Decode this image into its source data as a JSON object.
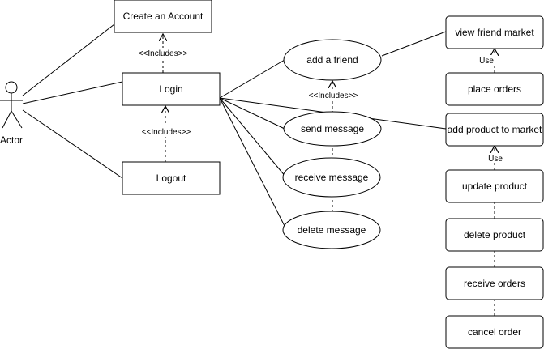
{
  "actor": {
    "label": "Actor"
  },
  "boxes": {
    "create_account": "Create an Account",
    "login": "Login",
    "logout": "Logout"
  },
  "usecases": {
    "add_friend": "add a friend",
    "send_message": "send message",
    "receive_message": "receive message",
    "delete_message": "delete message"
  },
  "market": {
    "view_friend_market": "view friend market",
    "place_orders": "place orders",
    "add_product": "add product to market",
    "update_product": "update product",
    "delete_product": "delete product",
    "receive_orders": "receive orders",
    "cancel_order": "cancel order"
  },
  "relations": {
    "includes_create": "<<Includes>>",
    "includes_logout": "<<Includes>>",
    "includes_message": "<<Includes>>",
    "use_market": "Use",
    "use_product": "Use"
  },
  "colors": {
    "stroke": "#000000",
    "fill": "#ffffff"
  }
}
